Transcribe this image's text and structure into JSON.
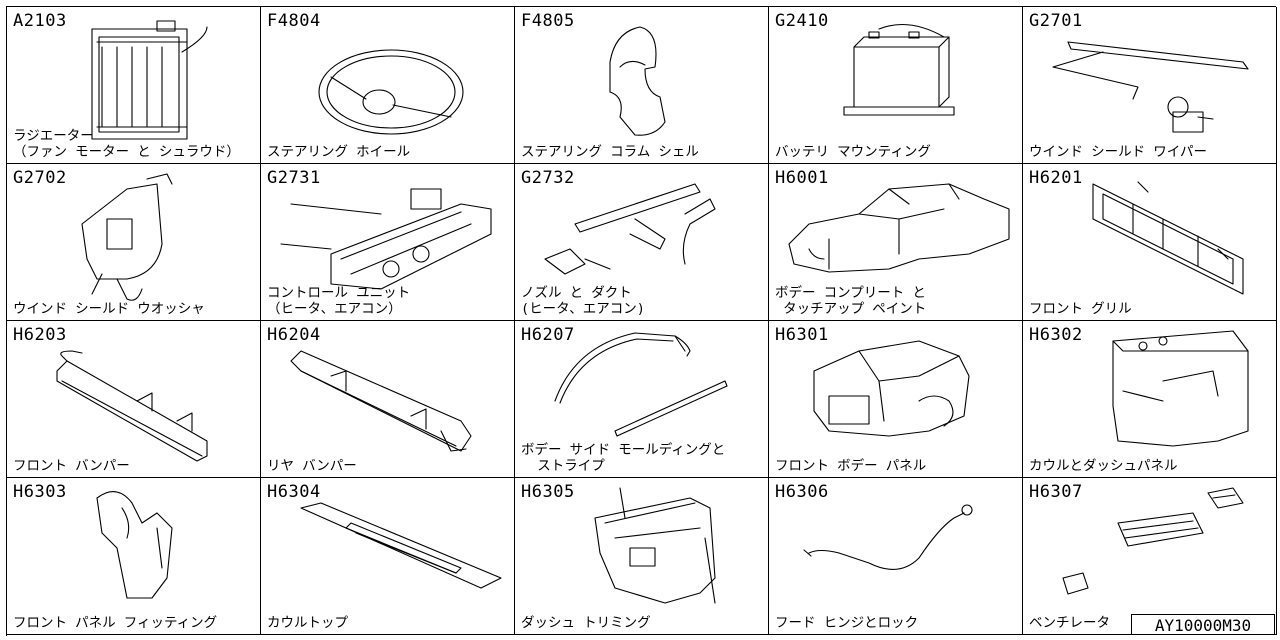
{
  "parts": [
    {
      "code": "A2103",
      "label": "ラジエーター\n（ファン モーター と シュラウド）",
      "icon": "radiator-icon"
    },
    {
      "code": "F4804",
      "label": "ステアリング ホイール",
      "icon": "steering-wheel-icon"
    },
    {
      "code": "F4805",
      "label": "ステアリング コラム シェル",
      "icon": "column-shell-icon"
    },
    {
      "code": "G2410",
      "label": "バッテリ マウンティング",
      "icon": "battery-icon"
    },
    {
      "code": "G2701",
      "label": "ウインド シールド ワイパー",
      "icon": "wiper-icon"
    },
    {
      "code": "G2702",
      "label": "ウインド シールド ウオッシャ",
      "icon": "washer-tank-icon"
    },
    {
      "code": "G2731",
      "label": "コントロール ユニット\n（ヒータ、エアコン）",
      "icon": "control-unit-icon"
    },
    {
      "code": "G2732",
      "label": "ノズル と ダクト\n(ヒータ、エアコン)",
      "icon": "nozzle-duct-icon"
    },
    {
      "code": "H6001",
      "label": "ボデー コンプリート と\n タッチアップ ペイント",
      "icon": "car-body-icon"
    },
    {
      "code": "H6201",
      "label": "フロント グリル",
      "icon": "grille-icon"
    },
    {
      "code": "H6203",
      "label": "フロント バンパー",
      "icon": "front-bumper-icon"
    },
    {
      "code": "H6204",
      "label": "リヤ バンパー",
      "icon": "rear-bumper-icon"
    },
    {
      "code": "H6207",
      "label": "ボデー サイド モールディングと\n  ストライプ",
      "icon": "side-molding-icon"
    },
    {
      "code": "H6301",
      "label": "フロント ボデー パネル",
      "icon": "front-panel-icon"
    },
    {
      "code": "H6302",
      "label": "カウルとダッシュパネル",
      "icon": "cowl-dash-icon"
    },
    {
      "code": "H6303",
      "label": "フロント パネル フィッティング",
      "icon": "panel-fitting-icon"
    },
    {
      "code": "H6304",
      "label": "カウルトップ",
      "icon": "cowl-top-icon"
    },
    {
      "code": "H6305",
      "label": "ダッシュ トリミング",
      "icon": "dash-trim-icon"
    },
    {
      "code": "H6306",
      "label": "フード ヒンジとロック",
      "icon": "hood-cable-icon"
    },
    {
      "code": "H6307",
      "label": "ベンチレータ",
      "icon": "ventilator-icon"
    }
  ],
  "footer": {
    "code": "AY10000M30"
  }
}
